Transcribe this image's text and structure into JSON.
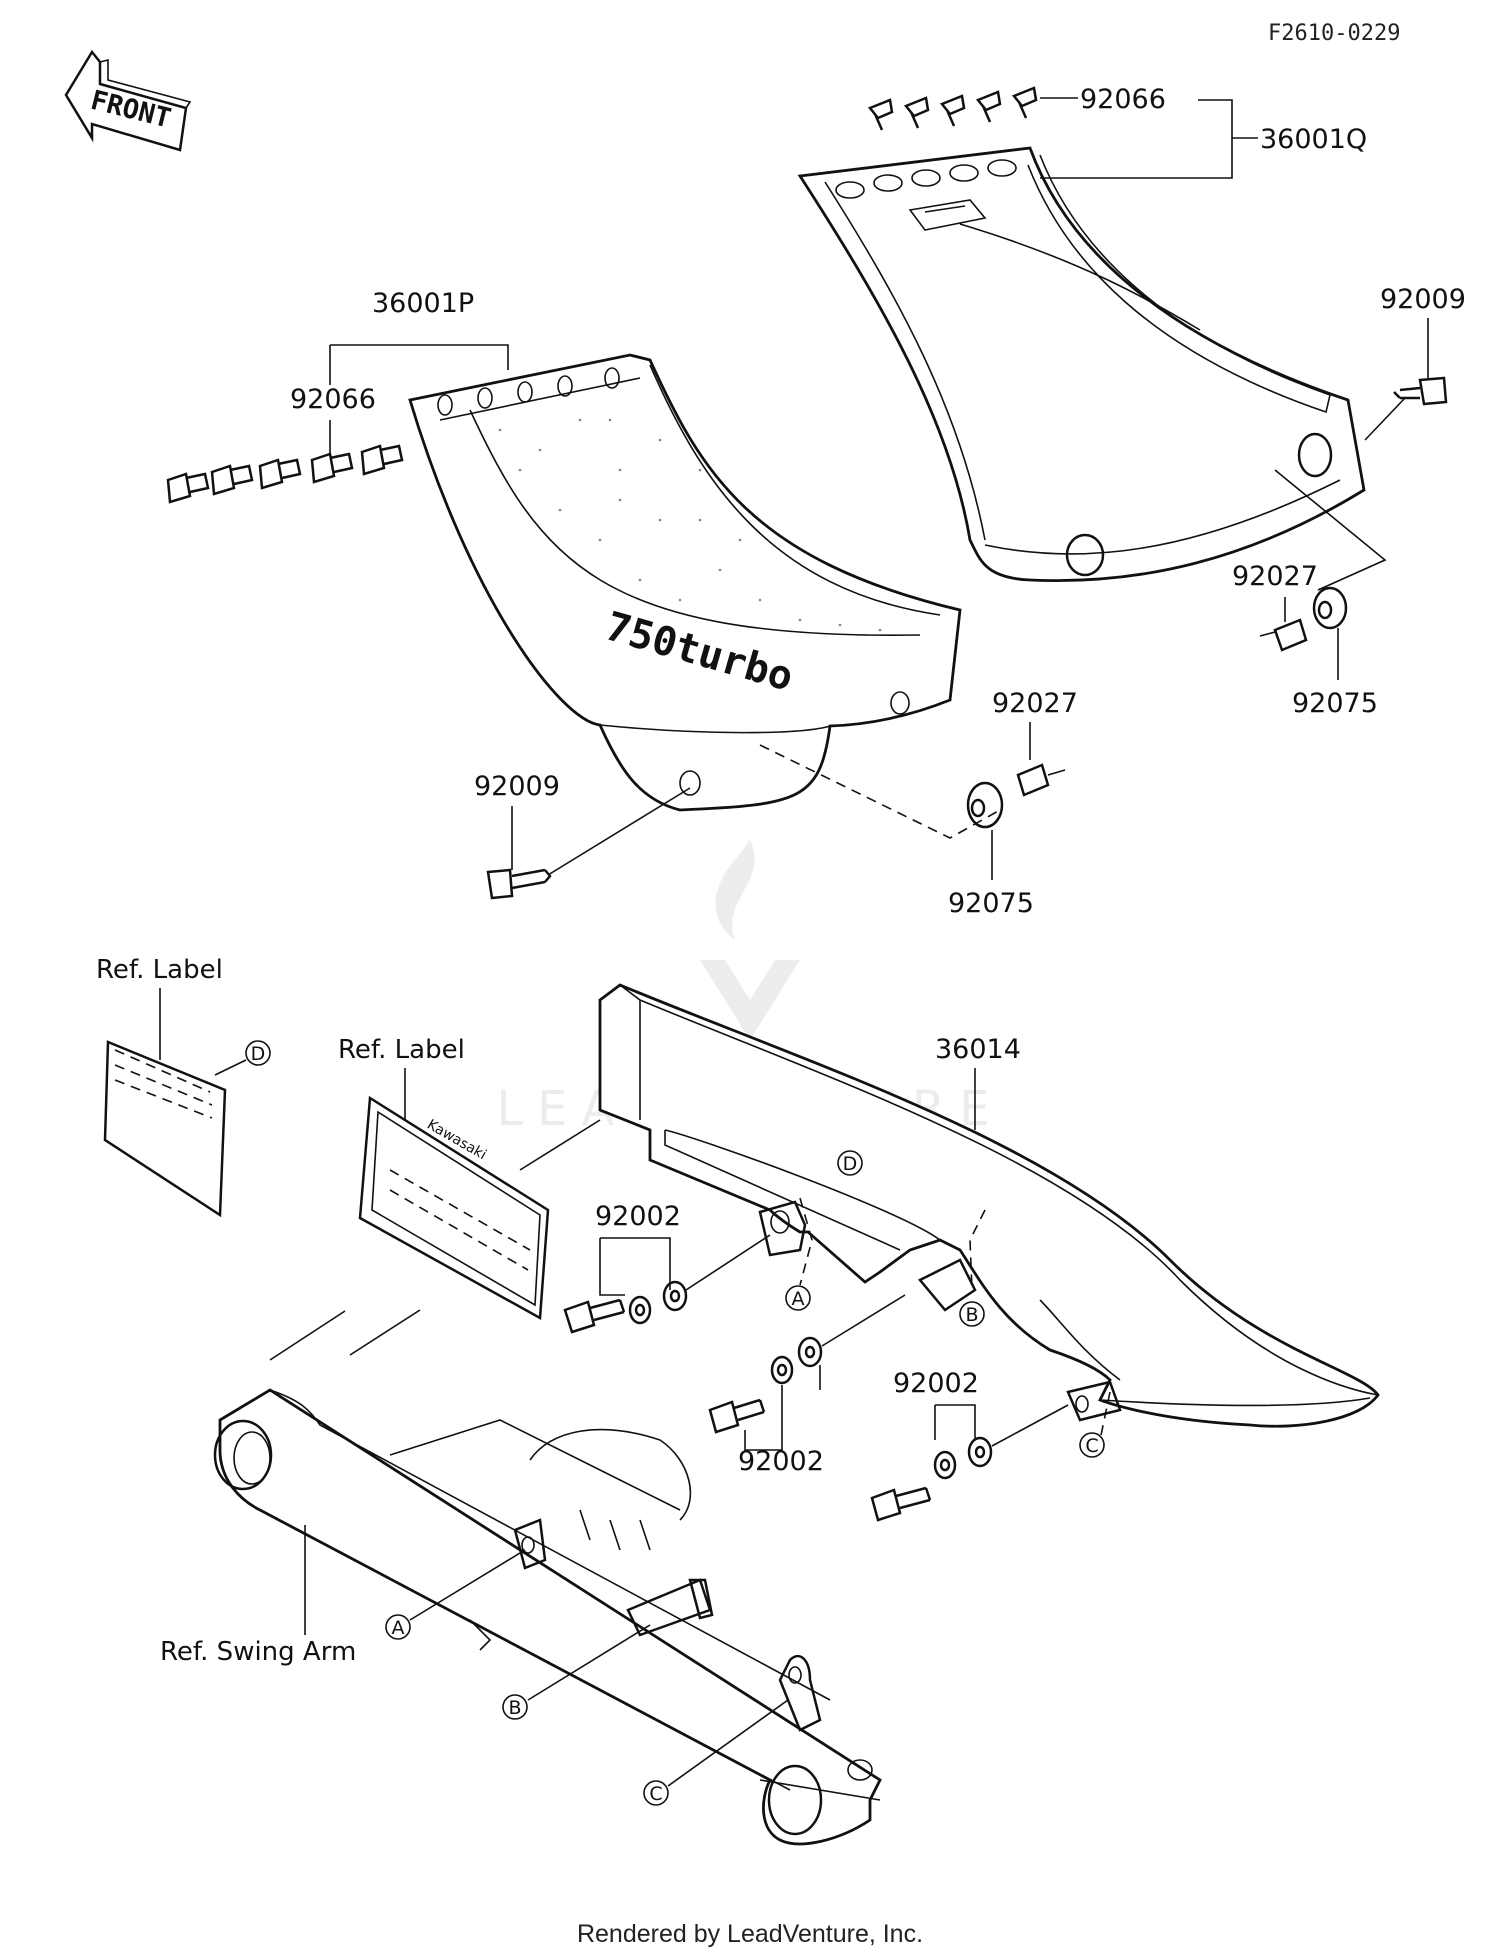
{
  "diagram_code": "F2610-0229",
  "front_label": "FRONT",
  "model_logo": "750turbo",
  "decal_text": "Kawasaki",
  "watermark_text": "LEADVENTURE",
  "footer": "Rendered by LeadVenture, Inc.",
  "parts": {
    "p36001Q": "36001Q",
    "p92066_top": "92066",
    "p92009_right": "92009",
    "p92027_right": "92027",
    "p92075_right": "92075",
    "p36001P": "36001P",
    "p92066_left": "92066",
    "p92009_left": "92009",
    "p92027_left": "92027",
    "p92075_left": "92075",
    "p36014": "36014",
    "p92002_a": "92002",
    "p92002_b": "92002",
    "p92002_c": "92002"
  },
  "refs": {
    "label_1": "Ref. Label",
    "label_2": "Ref. Label",
    "swing_arm": "Ref. Swing Arm"
  },
  "markers": {
    "A": "A",
    "B": "B",
    "C": "C",
    "D": "D"
  }
}
